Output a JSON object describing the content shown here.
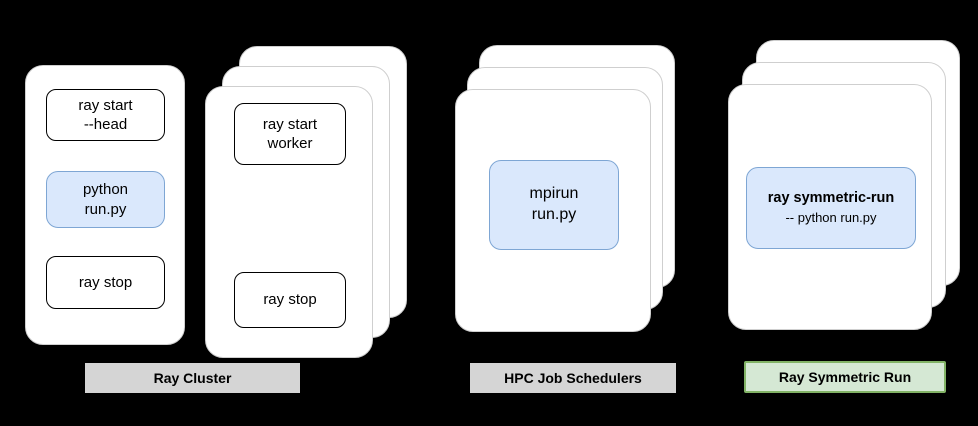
{
  "colors": {
    "background": "#000000",
    "card_bg": "#ffffff",
    "card_border": "#cfcfcf",
    "box_border": "#000000",
    "blue_fill": "#dae8fc",
    "blue_border": "#7ea6d4",
    "gray_badge_bg": "#d5d5d5",
    "green_badge_bg": "#d5e8d4",
    "green_badge_border": "#82b366",
    "text": "#000000"
  },
  "ray_cluster": {
    "label": "Ray Cluster",
    "head_card": {
      "box_start": "ray start\n--head",
      "box_run": "python\nrun.py",
      "box_stop": "ray stop"
    },
    "worker_card": {
      "box_start": "ray start\nworker",
      "box_stop": "ray stop"
    }
  },
  "hpc": {
    "label": "HPC Job Schedulers",
    "box_run": "mpirun\nrun.py"
  },
  "symmetric": {
    "label": "Ray Symmetric Run",
    "box_title": "ray symmetric-run",
    "box_subtitle": "-- python run.py"
  }
}
